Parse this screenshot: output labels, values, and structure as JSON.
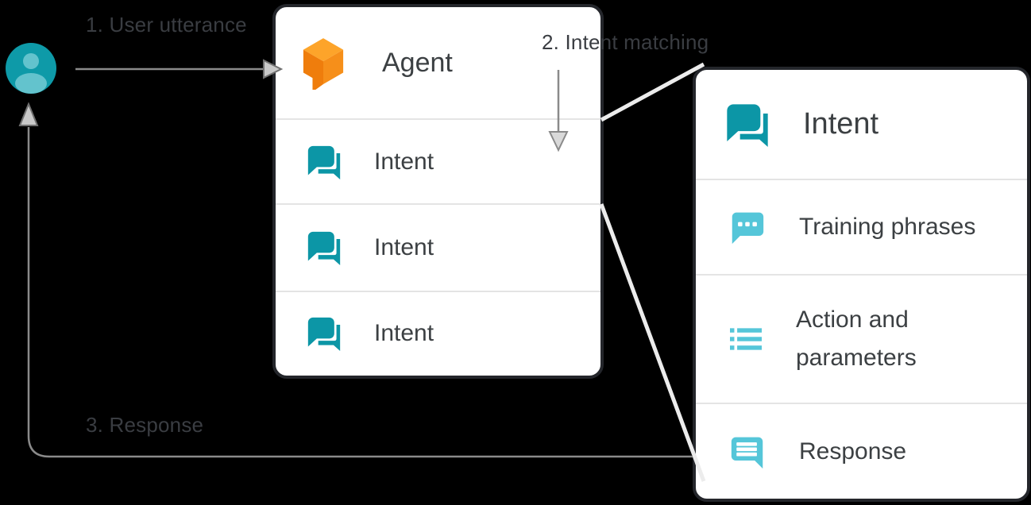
{
  "diagram": {
    "labels": {
      "step1": "1. User utterance",
      "step2": "2. Intent matching",
      "step3": "3. Response"
    },
    "agent_box": {
      "title": "Agent",
      "intents": [
        {
          "label": "Intent"
        },
        {
          "label": "Intent"
        },
        {
          "label": "Intent"
        }
      ]
    },
    "intent_box": {
      "title": "Intent",
      "rows": [
        {
          "label": "Training phrases"
        },
        {
          "label": "Action and parameters"
        },
        {
          "label": "Response"
        }
      ]
    },
    "icons": {
      "user": "user-avatar-icon",
      "agent": "dialogflow-agent-icon",
      "intent": "chat-bubbles-icon",
      "training_phrases": "speech-bubble-dots-icon",
      "action_parameters": "list-icon",
      "response": "speech-bubble-lines-icon"
    },
    "colors": {
      "teal": "#0C96A6",
      "light_cyan": "#55C6D9",
      "orange_top": "#FDA42A",
      "orange_left": "#EF7D0C",
      "orange_right": "#F68F1A",
      "user_circle": "#0E9AA8",
      "user_person": "#63C3CD",
      "box_border": "#24262B",
      "box_background": "#FFFFFF",
      "divider": "#E4E4E4",
      "arrow_gray": "#8A8A8A",
      "arrowhead_fill": "#C9C9C9",
      "connector_white": "#ECECEC",
      "text": "#3C4043",
      "background": "#000000"
    }
  }
}
